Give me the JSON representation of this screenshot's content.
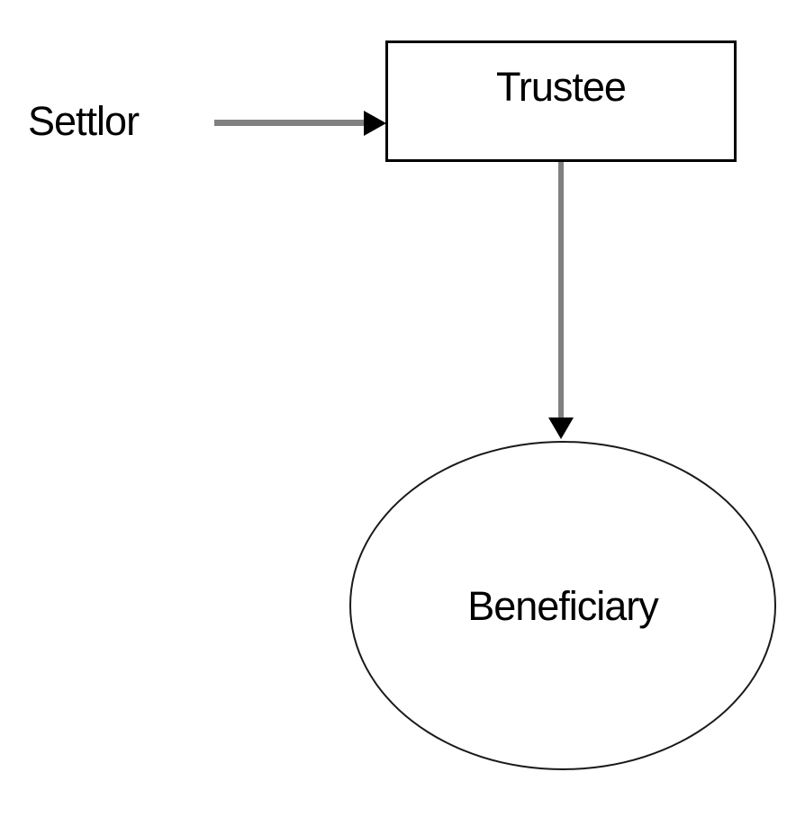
{
  "diagram": {
    "type": "flow-diagram",
    "background": "#ffffff",
    "nodes": [
      {
        "id": "settlor",
        "label": "Settlor",
        "shape": "text"
      },
      {
        "id": "trustee",
        "label": "Trustee",
        "shape": "rectangle"
      },
      {
        "id": "beneficiary",
        "label": "Beneficiary",
        "shape": "ellipse"
      }
    ],
    "edges": [
      {
        "from": "settlor",
        "to": "trustee",
        "direction": "right",
        "style": "solid-arrow"
      },
      {
        "from": "trustee",
        "to": "beneficiary",
        "direction": "down",
        "style": "solid-arrow"
      }
    ],
    "colors": {
      "edge_line": "#808080",
      "arrowhead": "#000000",
      "node_border": "#000000",
      "text": "#000000",
      "background": "#ffffff"
    }
  }
}
